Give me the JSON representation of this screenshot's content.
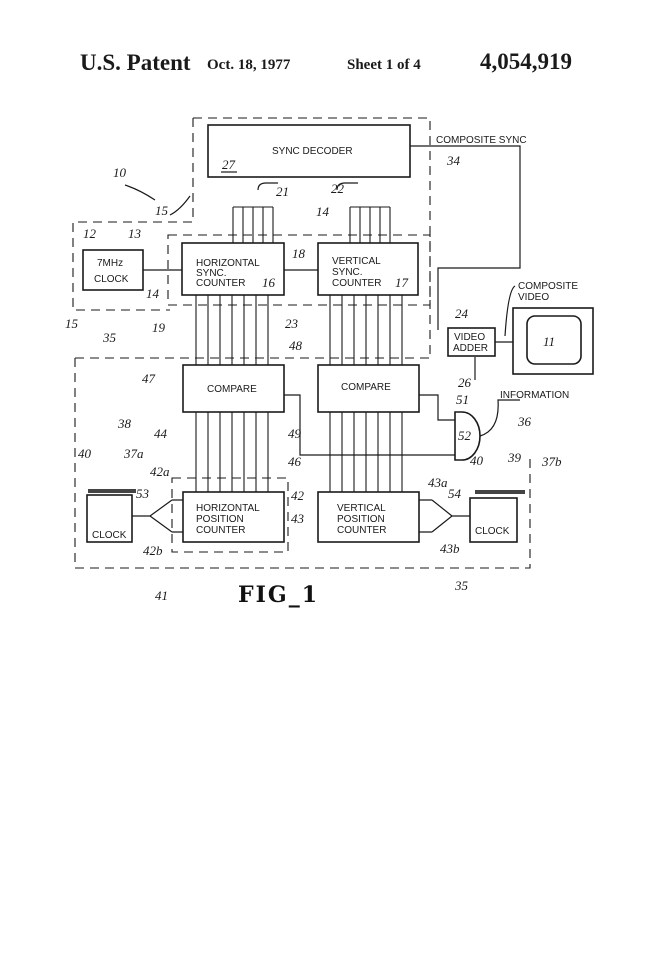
{
  "header": {
    "patent_label": "U.S. Patent",
    "date": "Oct. 18, 1977",
    "sheet": "Sheet 1 of 4",
    "patent_number": "4,054,919"
  },
  "blocks": {
    "sync_decoder": "SYNC DECODER",
    "clock_7mhz_line1": "7MHz",
    "clock_7mhz_line2": "CLOCK",
    "hsync_line1": "HORIZONTAL",
    "hsync_line2": "SYNC.",
    "hsync_line3": "COUNTER",
    "vsync_line1": "VERTICAL",
    "vsync_line2": "SYNC.",
    "vsync_line3": "COUNTER",
    "compare_left": "COMPARE",
    "compare_right": "COMPARE",
    "hpos_line1": "HORIZONTAL",
    "hpos_line2": "POSITION",
    "hpos_line3": "COUNTER",
    "vpos_line1": "VERTICAL",
    "vpos_line2": "POSITION",
    "vpos_line3": "COUNTER",
    "clock_left": "CLOCK",
    "clock_right": "CLOCK",
    "video_adder_line1": "VIDEO",
    "video_adder_line2": "ADDER"
  },
  "labels": {
    "composite_sync": "COMPOSITE SYNC",
    "composite_video_line1": "COMPOSITE",
    "composite_video_line2": "VIDEO",
    "information": "INFORMATION"
  },
  "refs": {
    "r10": "10",
    "r11": "11",
    "r12": "12",
    "r13": "13",
    "r14a": "14",
    "r14b": "14",
    "r15a": "15",
    "r15b": "15",
    "r16": "16",
    "r17": "17",
    "r18": "18",
    "r19": "19",
    "r21": "21",
    "r22": "22",
    "r23": "23",
    "r24": "24",
    "r26": "26",
    "r27": "27",
    "r34": "34",
    "r35a": "35",
    "r35b": "35",
    "r36": "36",
    "r37a": "37a",
    "r37b": "37b",
    "r38": "38",
    "r39": "39",
    "r40a": "40",
    "r40b": "40",
    "r41": "41",
    "r42": "42",
    "r42a": "42a",
    "r42b": "42b",
    "r43": "43",
    "r43a": "43a",
    "r43b": "43b",
    "r44": "44",
    "r46": "46",
    "r47": "47",
    "r48": "48",
    "r49": "49",
    "r51": "51",
    "r52": "52",
    "r53": "53",
    "r54": "54"
  },
  "figure_caption": "FIG_1"
}
